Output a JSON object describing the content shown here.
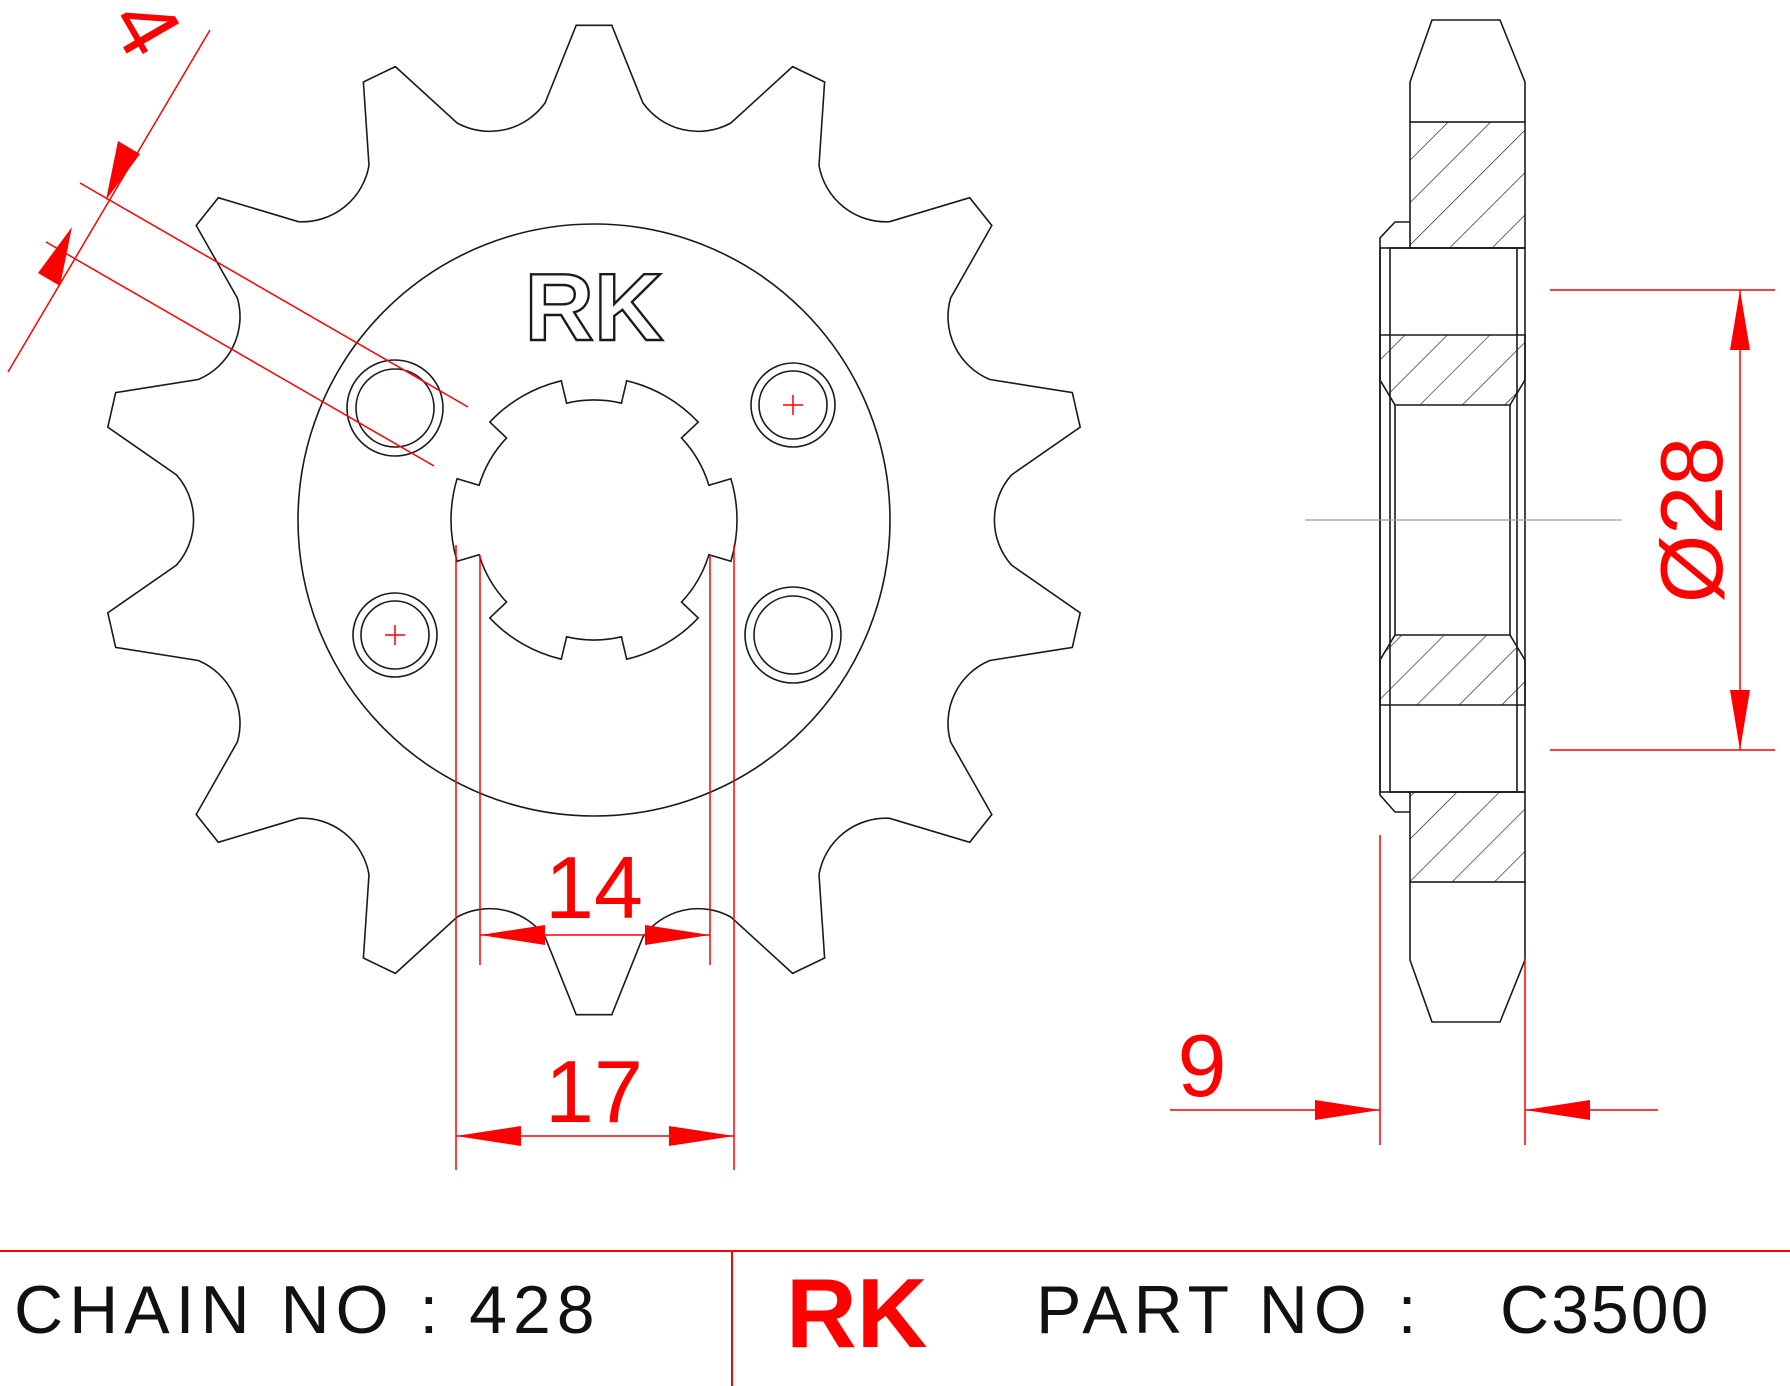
{
  "drawing": {
    "logo_text": "RK",
    "dimensions": {
      "chain_pitch_offset": "4",
      "spline_inner": "14",
      "spline_outer": "17",
      "hub_diameter": "Ø28",
      "width": "9"
    },
    "teeth_count": 14,
    "bolt_holes": 4,
    "spline_keys": 6
  },
  "footer": {
    "chain_label": "CHAIN NO : 428",
    "brand": "RK",
    "part_label": "PART NO :",
    "part_number": "C3500"
  },
  "colors": {
    "dimension": "#ff0000",
    "outline": "#1a1a1a",
    "background": "#ffffff"
  }
}
